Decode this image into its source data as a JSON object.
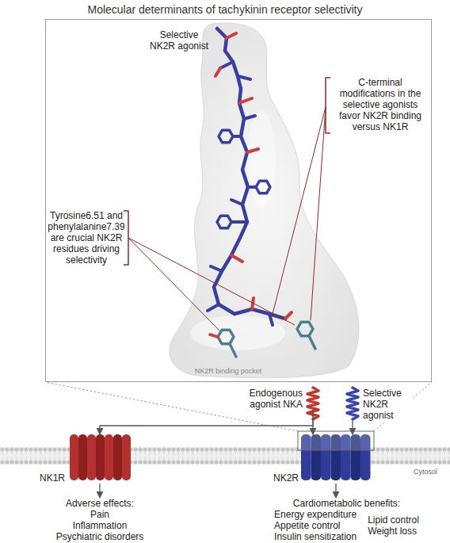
{
  "diagram": {
    "title": "Molecular determinants of tachykinin receptor selectivity",
    "nodes": [
      {
        "text": [
          "Selective NK2R agonist",
          "Tyrosine6.51 and phenylalanine7.39 are crucial NK2R residues driving selectivity",
          "C-terminal modifications in the selective agonists favor NK2R binding versus NK1R",
          "NK2R binding pocket"
        ]
      },
      {
        "text": [
          "Endogenous agonist NKA"
        ]
      },
      {
        "text": [
          "Selective NK2R agonist"
        ]
      },
      {
        "text": [
          "NK1R"
        ]
      },
      {
        "text": [
          "NK2R"
        ]
      },
      {
        "text": [
          "Adverse effects:",
          "Pain",
          "Inflammation",
          "Psychiatric disorders"
        ]
      },
      {
        "text": [
          "Cardiometabolic benefits:",
          "Energy expenditure",
          "Appetite control",
          "Insulin sensitization",
          "Lipid control",
          "Weight loss"
        ]
      }
    ],
    "edges": [
      {
        "from": 1,
        "to": 3,
        "arrow": "to"
      },
      {
        "from": 1,
        "to": 4,
        "arrow": "to"
      },
      {
        "from": 2,
        "to": 4,
        "arrow": "to"
      },
      {
        "from": 3,
        "to": 5,
        "arrow": "to"
      },
      {
        "from": 4,
        "to": 6,
        "arrow": "to"
      },
      {
        "from": 4,
        "to": 0,
        "arrow": "none"
      }
    ],
    "labels": [
      "Cytosol"
    ]
  }
}
